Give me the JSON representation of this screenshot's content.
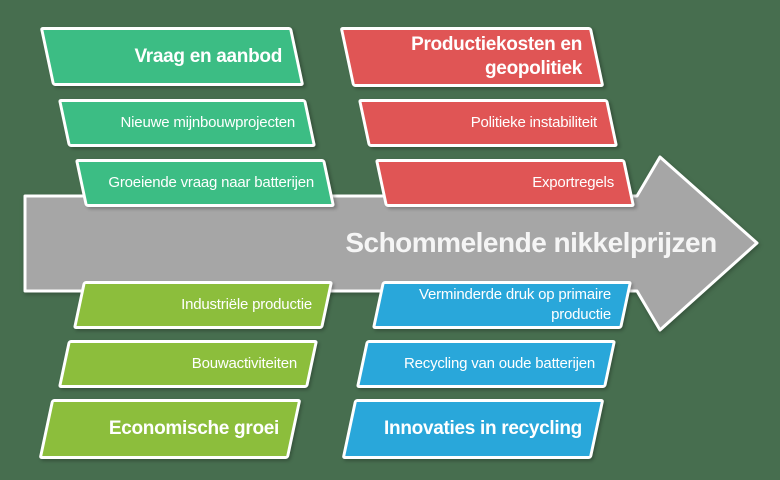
{
  "canvas": {
    "background": "#476E4F",
    "border_color": "#FFFFFF"
  },
  "arrow": {
    "label": "Schommelende nikkelprijzen",
    "fill": "#A6A6A6",
    "text_color": "#F5F5F5"
  },
  "groups": [
    {
      "id": "vraag-en-aanbod",
      "position": "top-left",
      "color": "#3CBD84",
      "items": [
        {
          "type": "header",
          "label": "Vraag en aanbod"
        },
        {
          "type": "factor",
          "label": "Nieuwe mijnbouwprojecten"
        },
        {
          "type": "factor",
          "label": "Groeiende vraag naar batterijen"
        }
      ]
    },
    {
      "id": "productiekosten-en-geopolitiek",
      "position": "top-right",
      "color": "#E05555",
      "items": [
        {
          "type": "header",
          "label": "Productiekosten en\ngeopolitiek"
        },
        {
          "type": "factor",
          "label": "Politieke instabiliteit"
        },
        {
          "type": "factor",
          "label": "Exportregels"
        }
      ]
    },
    {
      "id": "economische-groei",
      "position": "bottom-left",
      "color": "#8CBE3C",
      "items": [
        {
          "type": "factor",
          "label": "Industriële productie"
        },
        {
          "type": "factor",
          "label": "Bouwactiviteiten"
        },
        {
          "type": "header",
          "label": "Economische groei"
        }
      ]
    },
    {
      "id": "innovaties-in-recycling",
      "position": "bottom-right",
      "color": "#29A7DA",
      "items": [
        {
          "type": "factor",
          "label": "Verminderde druk op primaire\nproductie"
        },
        {
          "type": "factor",
          "label": "Recycling van oude batterijen"
        },
        {
          "type": "header",
          "label": "Innovaties in recycling"
        }
      ]
    }
  ]
}
